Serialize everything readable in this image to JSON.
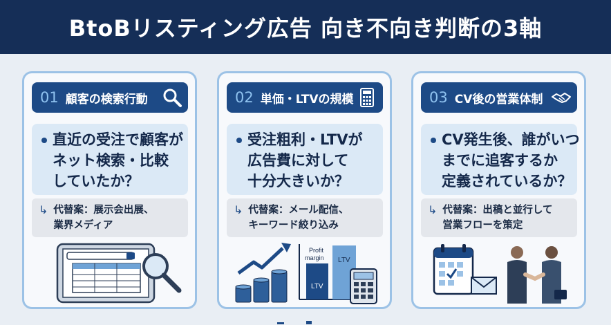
{
  "title": "BtoBリスティング広告 向き不向き判断の3軸",
  "colors": {
    "header_bg": "#152e57",
    "accent": "#1d4a86",
    "card_border": "#9cc2e6",
    "question_bg": "#dbe9f6"
  },
  "cards": [
    {
      "number": "01",
      "title": "顧客の検索行動",
      "icon": "magnifier-icon",
      "question": [
        "直近の受注で顧客が",
        "ネット検索・比較",
        "していたか？"
      ],
      "alt_arrow": "↳",
      "alternative": [
        "代替案：展示会出展、",
        "業界メディア"
      ],
      "illustration": "tablet-search-illustration"
    },
    {
      "number": "02",
      "title": "単価・LTVの規模",
      "icon": "calculator-icon",
      "question": [
        "受注粗利・LTVが",
        "広告費に対して",
        "十分大きいか？"
      ],
      "alt_arrow": "↳",
      "alternative": [
        "代替案：メール配信、",
        "キーワード絞り込み"
      ],
      "illustration": "growth-coins-chart-illustration",
      "chart_labels": {
        "profit": "Profit\nmargin",
        "ltv_tall": "LTV",
        "ltv_short": "LTV"
      }
    },
    {
      "number": "03",
      "title": "CV後の営業体制",
      "icon": "handshake-icon",
      "question": [
        "CV発生後、誰がいつ",
        "までに追客するか",
        "定義されているか？"
      ],
      "alt_arrow": "↳",
      "alternative": [
        "代替案：出稿と並行して",
        "営業フローを策定"
      ],
      "illustration": "calendar-handshake-illustration"
    }
  ]
}
